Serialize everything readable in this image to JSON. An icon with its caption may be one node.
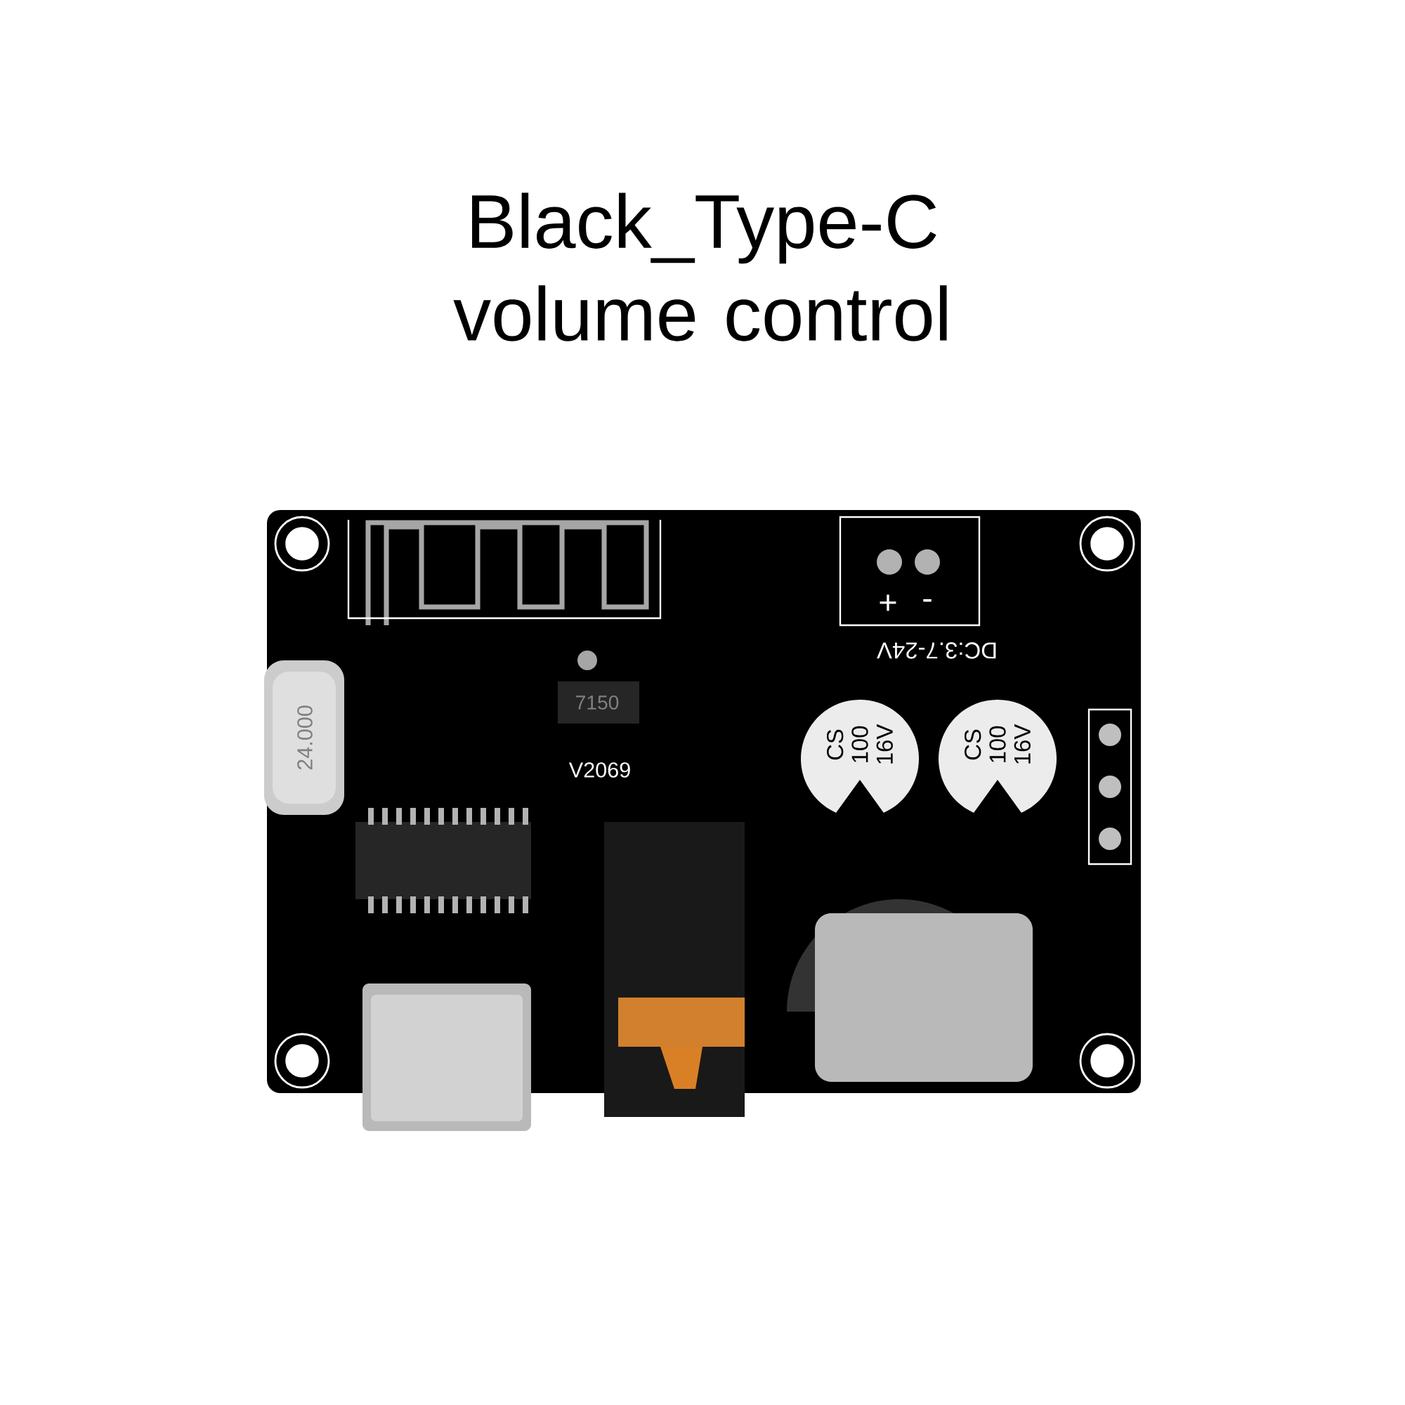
{
  "diagram": {
    "title": "Black_Type-C volume control",
    "labels": [
      "+",
      "-",
      "DC:3.7-24V",
      "24.000",
      "7150",
      "V2069",
      "CS 100 16V",
      "CS 100 16V"
    ]
  }
}
